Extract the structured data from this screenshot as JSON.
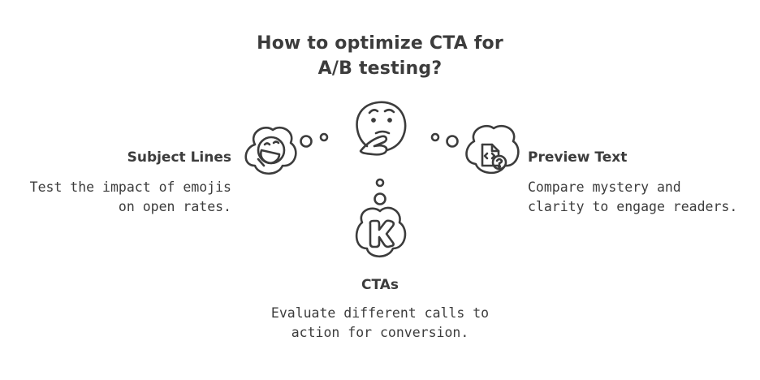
{
  "title": {
    "line1": "How to optimize CTA for",
    "line2": "A/B testing?"
  },
  "nodes": {
    "subject_lines": {
      "heading": "Subject Lines",
      "desc_line1": "Test the impact of emojis",
      "desc_line2": "on open rates.",
      "icon": "smiley-emoji-icon"
    },
    "preview_text": {
      "heading": "Preview Text",
      "desc_line1": "Compare mystery and",
      "desc_line2": "clarity to engage readers.",
      "icon": "code-file-question-icon"
    },
    "ctas": {
      "heading": "CTAs",
      "desc_line1": "Evaluate different calls to",
      "desc_line2": "action for conversion.",
      "icon": "letter-k-icon"
    }
  },
  "center_icon": "thinking-face-icon",
  "colors": {
    "ink": "#3c3c3c"
  }
}
